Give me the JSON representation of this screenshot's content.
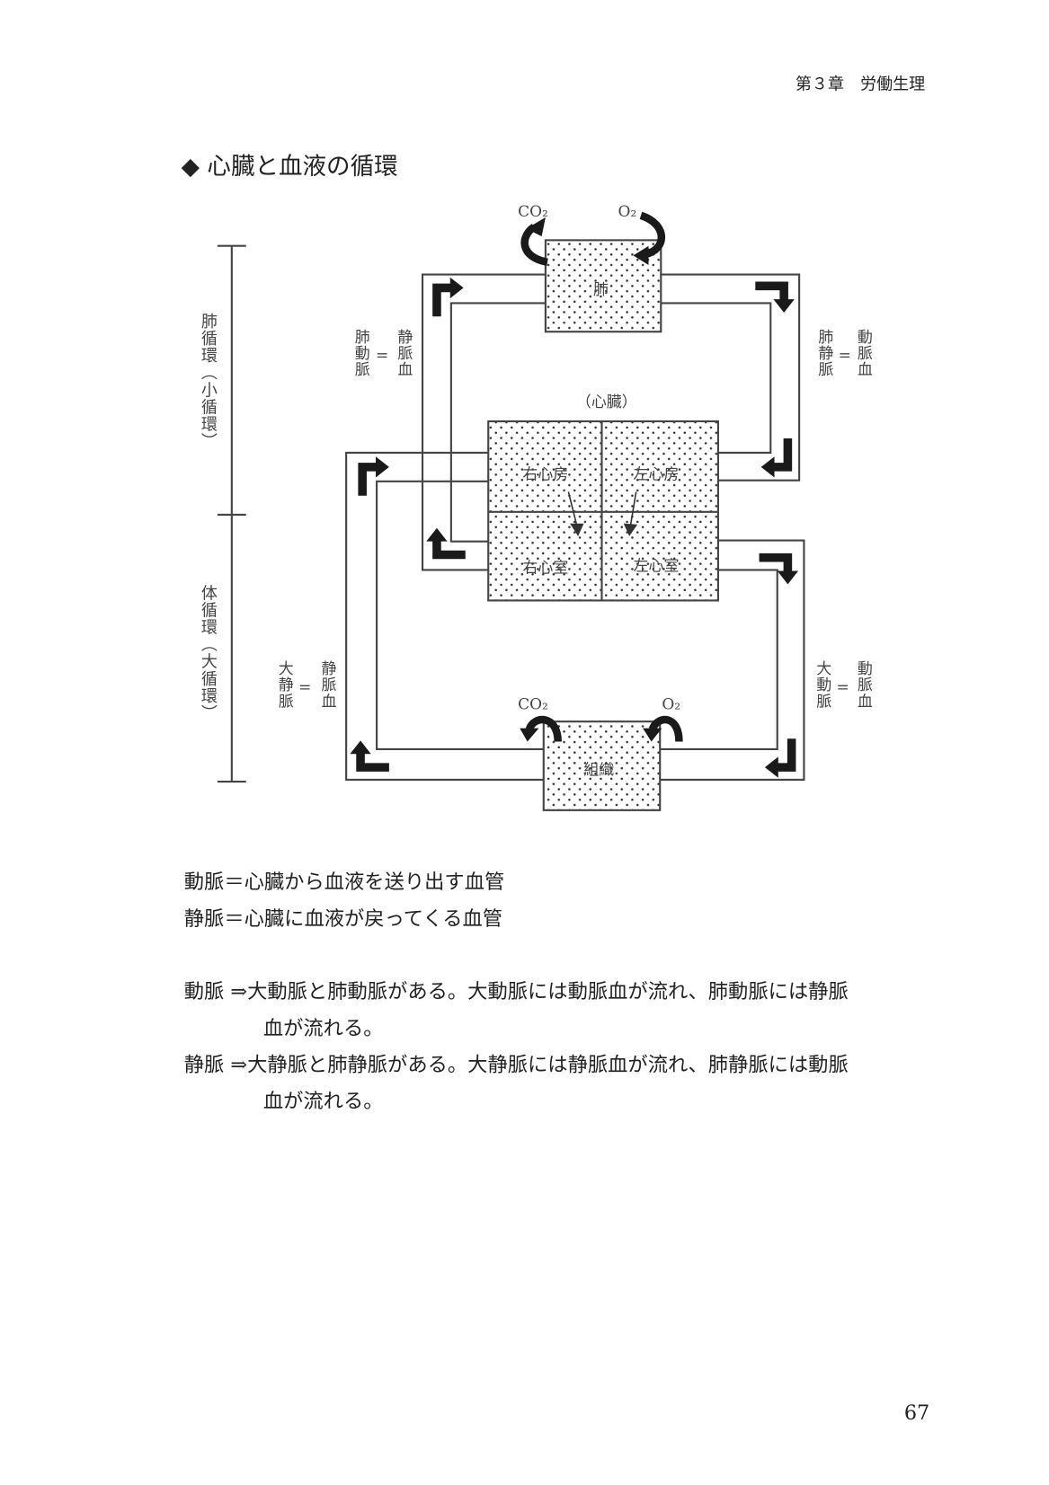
{
  "header": {
    "chapter": "第３章　労働生理"
  },
  "title": {
    "bullet": "◆",
    "text": "心臓と血液の循環"
  },
  "diagram": {
    "bracket_pulmonary": "肺循環（小循環）",
    "bracket_systemic": "体循環（大循環）",
    "lung": "肺",
    "heart": "（心臓）",
    "right_atrium": "右心房",
    "left_atrium": "左心房",
    "right_ventricle": "右心室",
    "left_ventricle": "左心室",
    "tissue": "組織",
    "co2": "CO₂",
    "o2": "O₂",
    "equals": "=",
    "pulmonary_artery": {
      "vessel": "肺動脈",
      "blood": "静脈血"
    },
    "pulmonary_vein": {
      "vessel": "肺静脈",
      "blood": "動脈血"
    },
    "vena_cava": {
      "vessel": "大静脈",
      "blood": "静脈血"
    },
    "aorta": {
      "vessel": "大動脈",
      "blood": "動脈血"
    }
  },
  "definitions": [
    "動脈＝心臓から血液を送り出す血管",
    "静脈＝心臓に血液が戻ってくる血管"
  ],
  "notes": [
    {
      "line1": "動脈 ⇒大動脈と肺動脈がある。大動脈には動脈血が流れ、肺動脈には静脈",
      "line2": "血が流れる。"
    },
    {
      "line1": "静脈 ⇒大静脈と肺静脈がある。大静脈には静脈血が流れ、肺静脈には動脈",
      "line2": "血が流れる。"
    }
  ],
  "page_number": "67"
}
